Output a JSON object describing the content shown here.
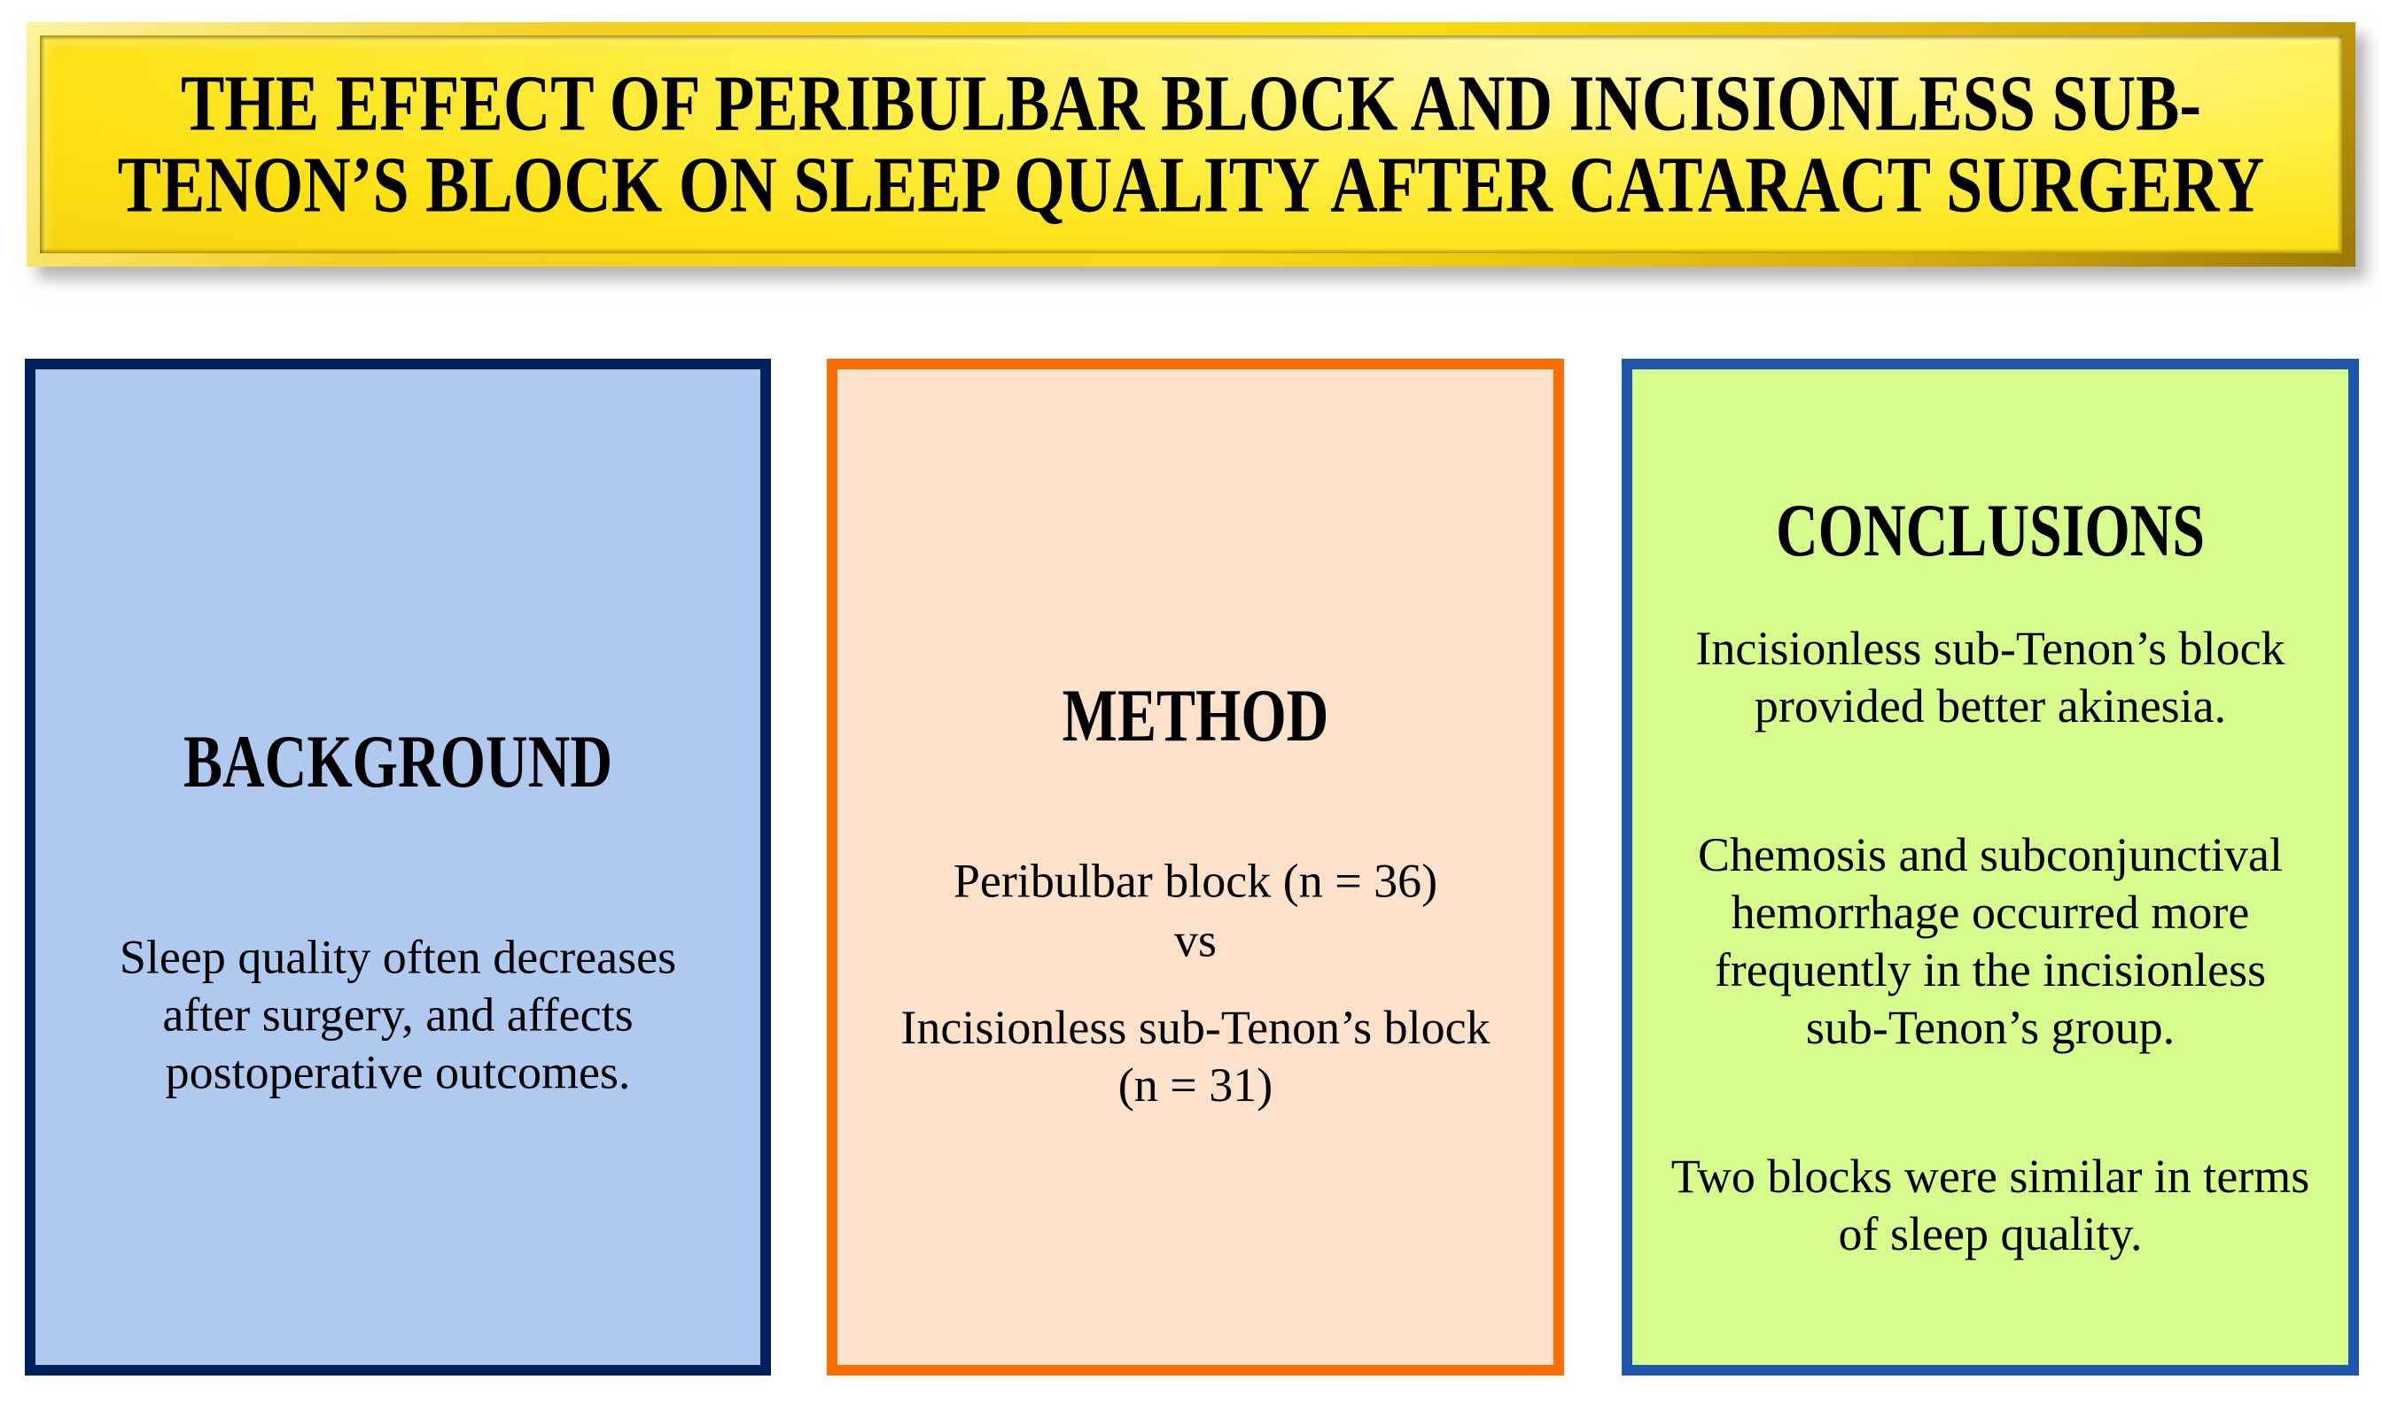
{
  "banner": {
    "title_lines": [
      "THE EFFECT OF PERIBULBAR BLOCK AND INCISIONLESS SUB-",
      "TENON’S BLOCK ON SLEEP QUALITY AFTER CATARACT SURGERY"
    ],
    "fill_color": "#FBE114",
    "frame_color": "#E3BC16",
    "text_color": "#000000"
  },
  "panels": {
    "background": {
      "heading": "BACKGROUND",
      "body_lines": [
        "Sleep quality often decreases",
        "after surgery, and affects",
        "postoperative outcomes."
      ],
      "fill_color": "#AFC9EF",
      "border_color": "#01215E"
    },
    "method": {
      "heading": "METHOD",
      "group1": "Peribulbar block (n = 36)",
      "separator": "vs",
      "group2_lines": [
        "Incisionless sub-Tenon’s block",
        "(n = 31)"
      ],
      "fill_color": "#FDE1CB",
      "border_color": "#FD6D02"
    },
    "conclusions": {
      "heading": "CONCLUSIONS",
      "paragraphs": [
        {
          "lines": [
            "Incisionless sub-Tenon’s block",
            "provided better akinesia."
          ]
        },
        {
          "lines": [
            "Chemosis and subconjunctival",
            "hemorrhage occurred more",
            "frequently in the incisionless",
            "sub-Tenon’s group."
          ]
        },
        {
          "lines": [
            "Two blocks were similar in terms",
            "of sleep quality."
          ]
        }
      ],
      "fill_color": "#D6FC8E",
      "border_color": "#1E56AE"
    }
  }
}
